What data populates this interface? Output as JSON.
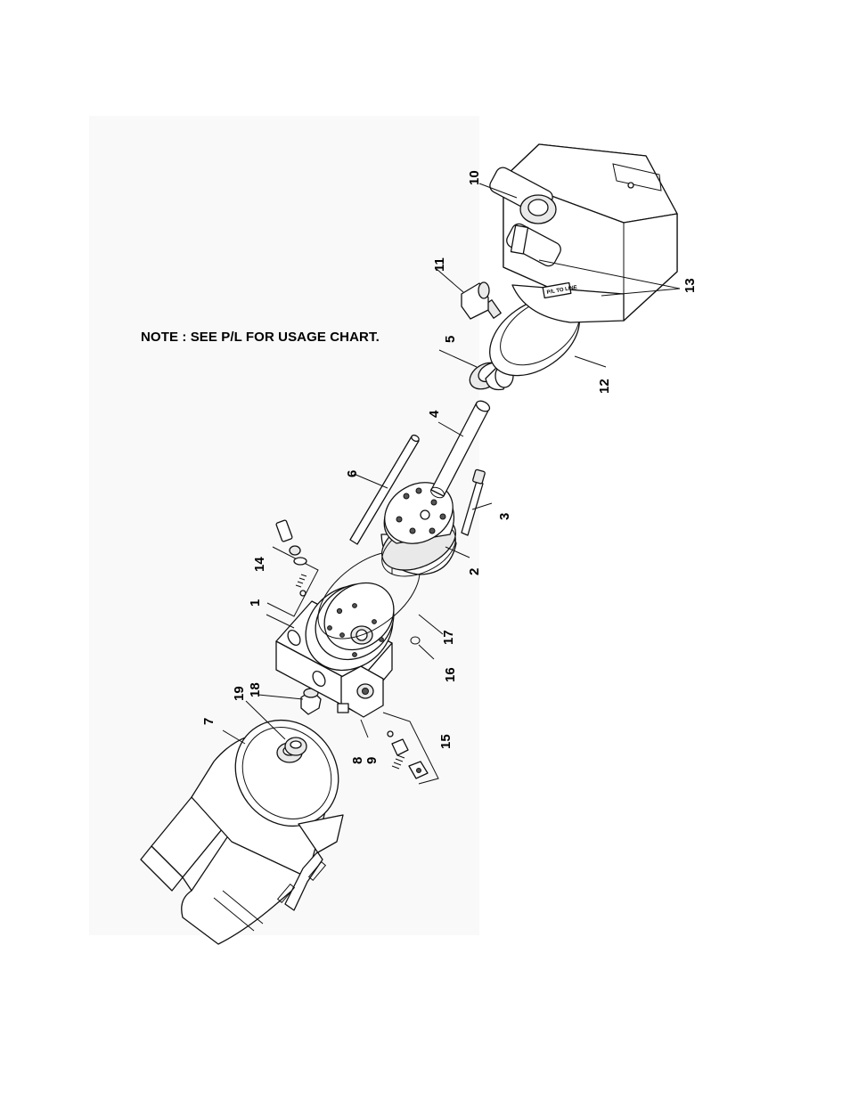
{
  "note": "NOTE : SEE P/L FOR USAGE CHART.",
  "decal_text": "P/L TO LINE",
  "labels": [
    {
      "id": "label-1",
      "text": "1"
    },
    {
      "id": "label-2",
      "text": "2"
    },
    {
      "id": "label-3",
      "text": "3"
    },
    {
      "id": "label-4",
      "text": "4"
    },
    {
      "id": "label-5",
      "text": "5"
    },
    {
      "id": "label-6",
      "text": "6"
    },
    {
      "id": "label-7",
      "text": "7"
    },
    {
      "id": "label-8",
      "text": "8"
    },
    {
      "id": "label-9",
      "text": "9"
    },
    {
      "id": "label-10",
      "text": "10"
    },
    {
      "id": "label-11",
      "text": "11"
    },
    {
      "id": "label-12",
      "text": "12"
    },
    {
      "id": "label-13",
      "text": "13"
    },
    {
      "id": "label-14",
      "text": "14"
    },
    {
      "id": "label-15",
      "text": "15"
    },
    {
      "id": "label-16",
      "text": "16"
    },
    {
      "id": "label-17",
      "text": "17"
    },
    {
      "id": "label-18",
      "text": "18"
    },
    {
      "id": "label-19",
      "text": "19"
    }
  ]
}
